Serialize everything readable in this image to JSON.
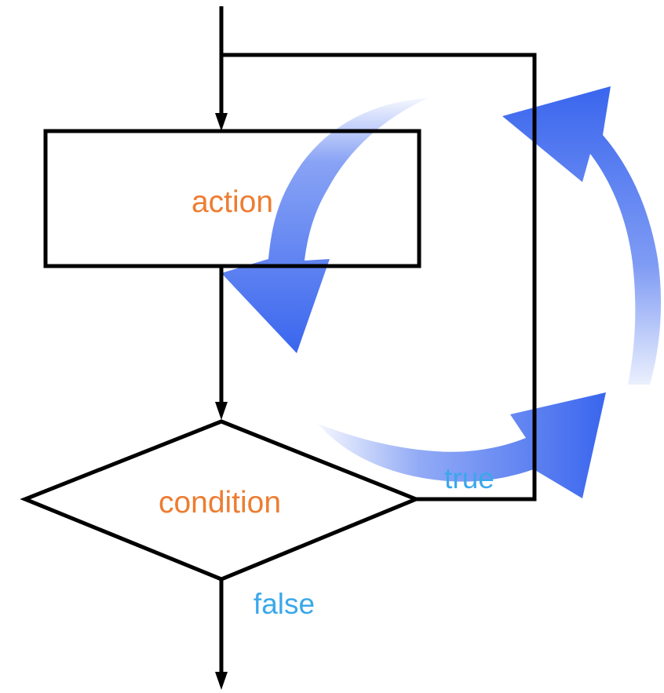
{
  "flowchart": {
    "action_label": "action",
    "condition_label": "condition",
    "true_label": "true",
    "false_label": "false"
  },
  "colors": {
    "line": "#000000",
    "label_primary": "#ed7d31",
    "label_branch": "#3aa8ea",
    "cycle_arrow": "#3a66ee"
  },
  "decoration": {
    "icon": "cycle-arrows-icon"
  }
}
